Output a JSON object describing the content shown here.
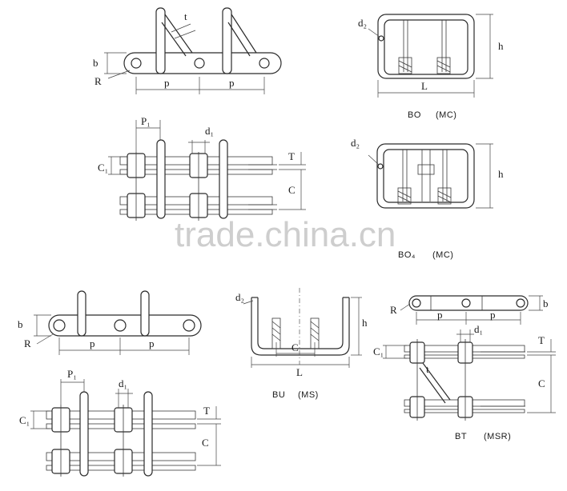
{
  "labels": {
    "t": "t",
    "b": "b",
    "R": "R",
    "p": "p",
    "d2": "d₂",
    "h": "h",
    "L": "L",
    "P1": "P₁",
    "d1": "d₁",
    "T": "T",
    "C1": "C₁",
    "C": "C"
  },
  "captions": {
    "bo_code": "BO",
    "bo_name": "(MC)",
    "bo4_code": "BO₄",
    "bo4_name": "(MC)",
    "bu_code": "BU",
    "bu_name": "(MS)",
    "bt_code": "BT",
    "bt_name": "(MSR)"
  },
  "watermark": "trade.china.cn"
}
